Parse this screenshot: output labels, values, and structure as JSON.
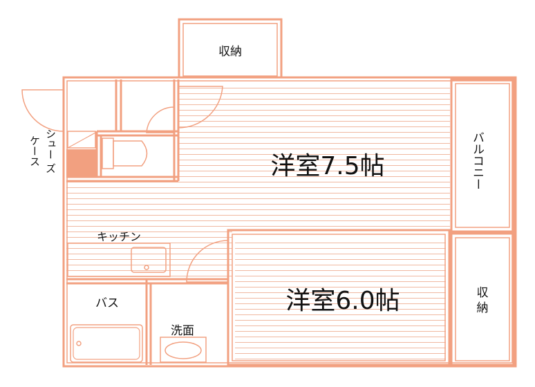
{
  "rooms": {
    "western_large": {
      "name": "洋室7.5帖"
    },
    "western_small": {
      "name": "洋室6.0帖"
    },
    "storage_top": {
      "name": "収納"
    },
    "storage_right": {
      "line1": "収",
      "line2": "納"
    },
    "balcony": {
      "name": "バルコニー"
    },
    "shoe_case": {
      "col1": "シュー",
      "col2": "ケース",
      "col2_dash": "ズ"
    },
    "kitchen": {
      "name": "キッチン"
    },
    "bath": {
      "name": "バス"
    },
    "washroom": {
      "name": "洗面"
    }
  },
  "colors": {
    "wall": "#f2a080",
    "line": "#f0b8a0",
    "accent": "#e8845c"
  }
}
